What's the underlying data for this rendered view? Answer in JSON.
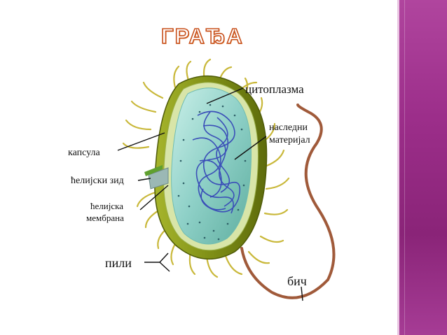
{
  "slide": {
    "title": "ГРАЂА",
    "accent_color": "#9c2e8a",
    "title_color": "#c8501c"
  },
  "diagram": {
    "labels": {
      "cytoplasm": "цитоплазма",
      "genetic_1": "наследни",
      "genetic_2": "материјал",
      "capsule": "капсула",
      "cell_wall": "ћелијски зид",
      "membrane_1": "ћелијска",
      "membrane_2": "мембрана",
      "pili": "пили",
      "flagellum": "бич"
    },
    "colors": {
      "capsule": "#8a9a1c",
      "cytoplasm": "#9ad8d0",
      "dna": "#3b4fb8",
      "pili": "#c9b83a",
      "flagellum": "#a05a3a"
    }
  }
}
